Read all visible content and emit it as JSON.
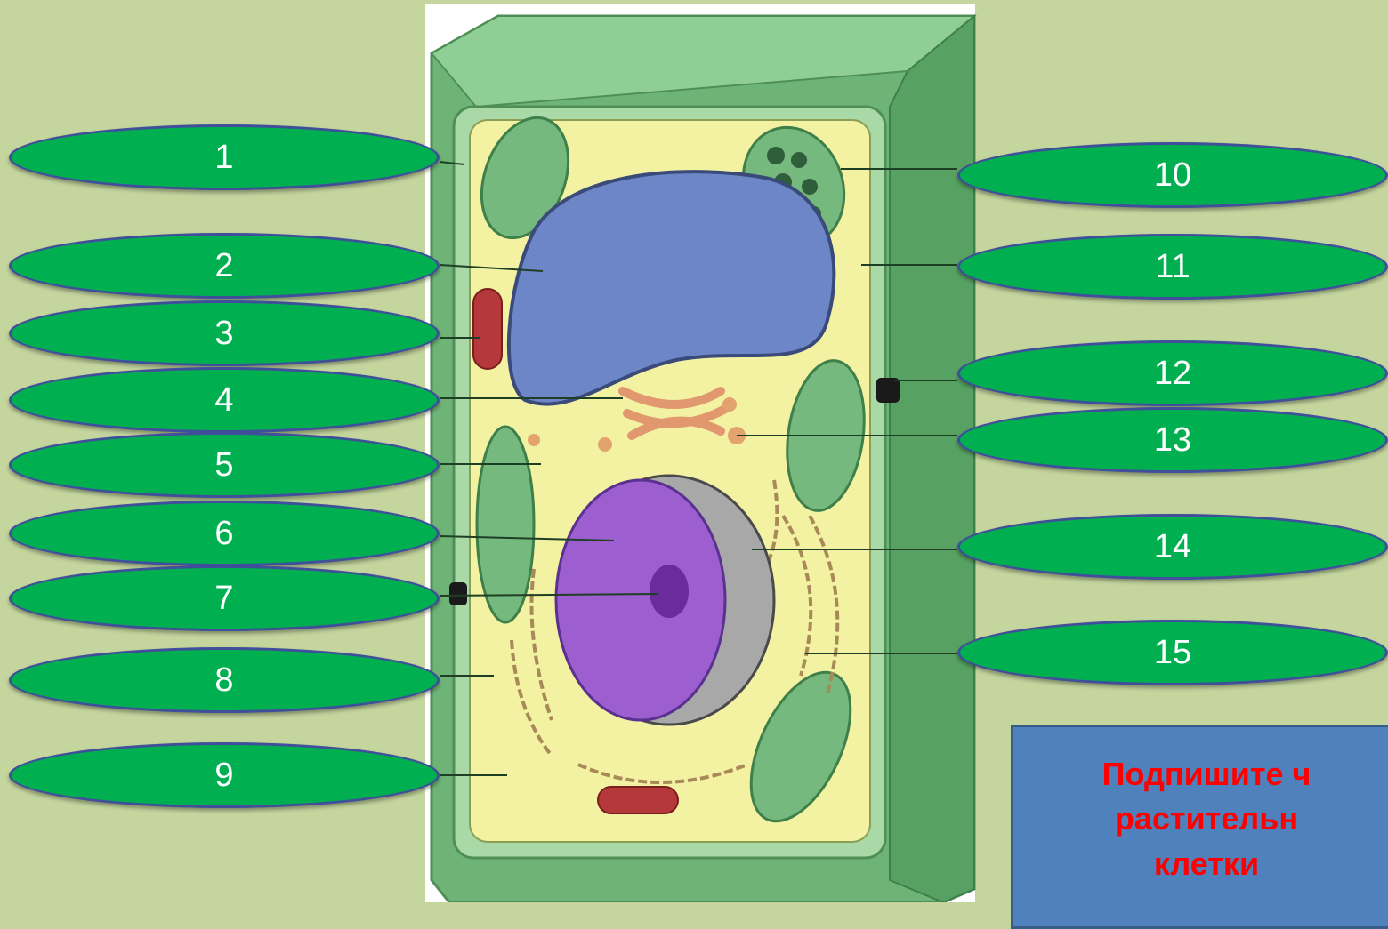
{
  "labels_left": [
    "1",
    "2",
    "3",
    "4",
    "5",
    "6",
    "7",
    "8",
    "9"
  ],
  "labels_right": [
    "10",
    "11",
    "12",
    "13",
    "14",
    "15"
  ],
  "task": {
    "line1": "Подпишите ч",
    "line2": "растительн",
    "line3": "клетки"
  },
  "colors": {
    "background": "#c4d59e",
    "label_fill": "#00b050",
    "label_border": "#3f4f9a",
    "cell_wall": "#6fb477",
    "cytoplasm": "#f3f1a2",
    "vacuole": "#6d86c8",
    "nucleus": "#9d5fcf",
    "chloroplast": "#76b97f",
    "task_box": "#4f81bd",
    "task_text": "#ff0000"
  }
}
